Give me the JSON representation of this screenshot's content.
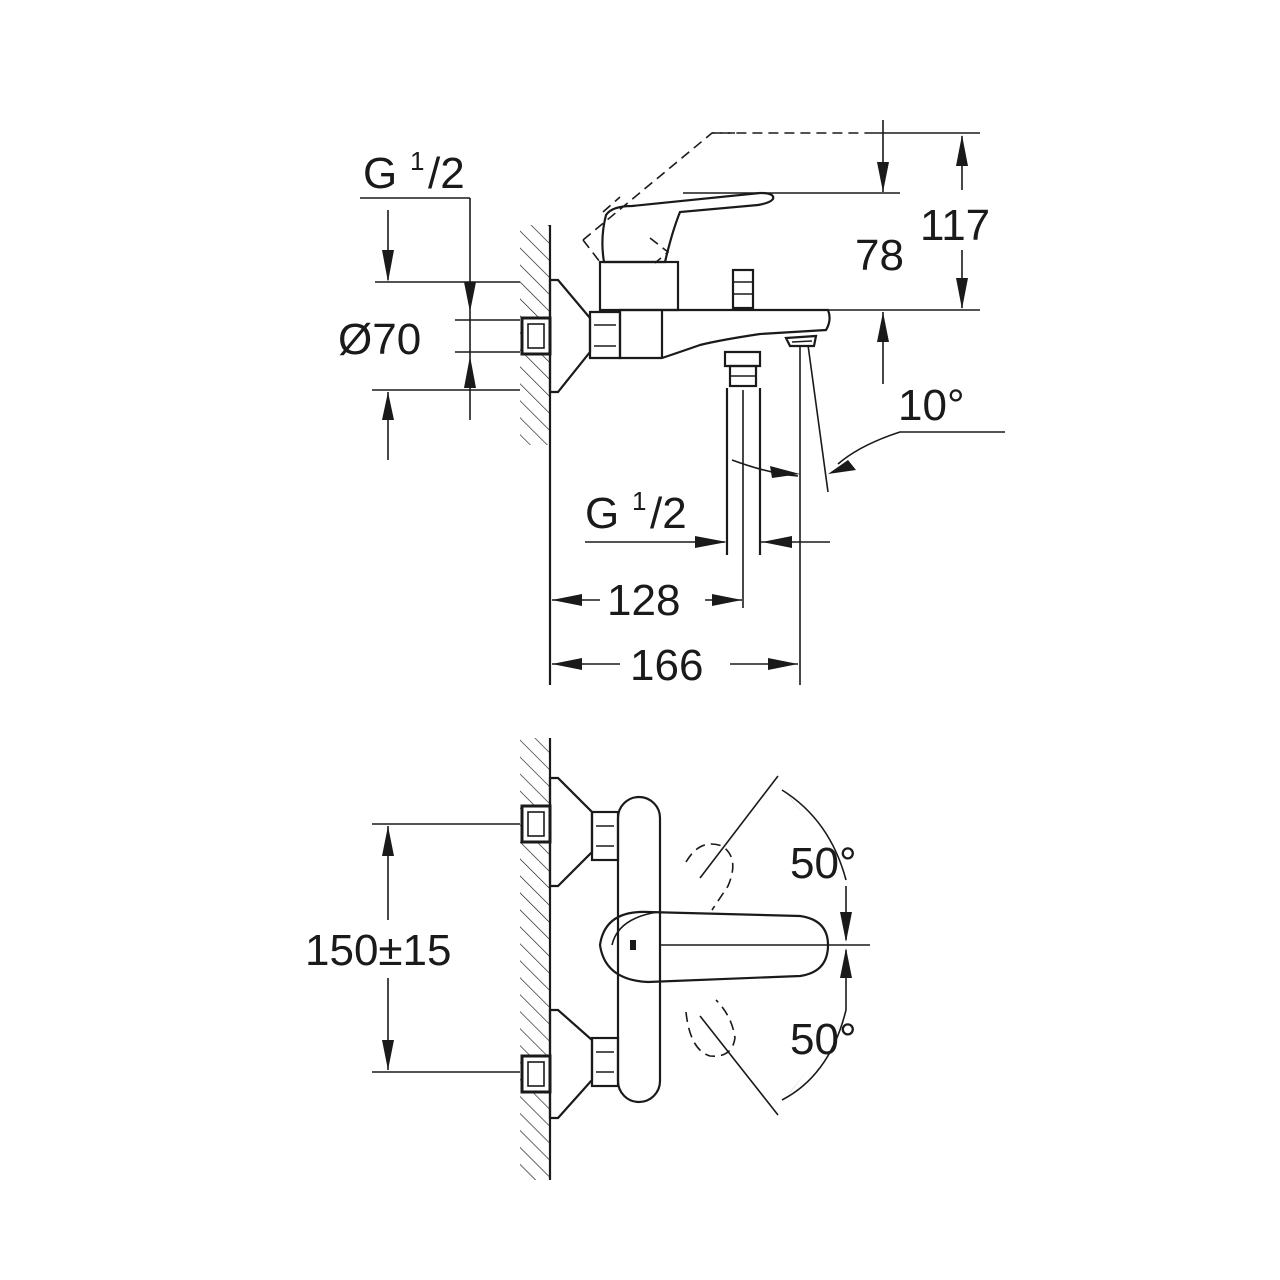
{
  "side_view": {
    "thread_label_top": {
      "main": "G",
      "num": "1",
      "den": "/2"
    },
    "diameter_label": "Ø70",
    "dim_78": "78",
    "dim_117": "117",
    "angle_10": "10°",
    "thread_label_bottom": {
      "main": "G",
      "num": "1",
      "den": "/2"
    },
    "dim_128": "128",
    "dim_166": "166"
  },
  "top_view": {
    "angle_upper": "50°",
    "angle_lower": "50°",
    "spacing": "150±15"
  }
}
